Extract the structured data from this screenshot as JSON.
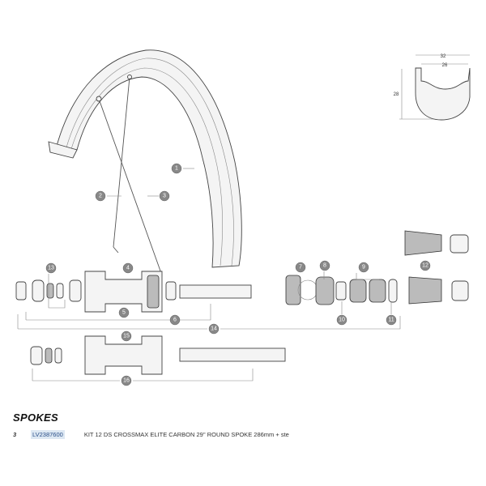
{
  "profile": {
    "outer_width": "32",
    "inner_width": "26",
    "height": "28"
  },
  "callouts": [
    "1",
    "2",
    "3",
    "4",
    "5",
    "6",
    "7",
    "8",
    "9",
    "10",
    "11",
    "12",
    "13",
    "14",
    "15",
    "16"
  ],
  "section_title": "SPOKES",
  "parts": [
    {
      "qty": "3",
      "ref": "LV2387600",
      "description": "KIT 12 DS CROSSMAX ELITE CARBON 29'' ROUND SPOKE 286mm + ste"
    }
  ]
}
